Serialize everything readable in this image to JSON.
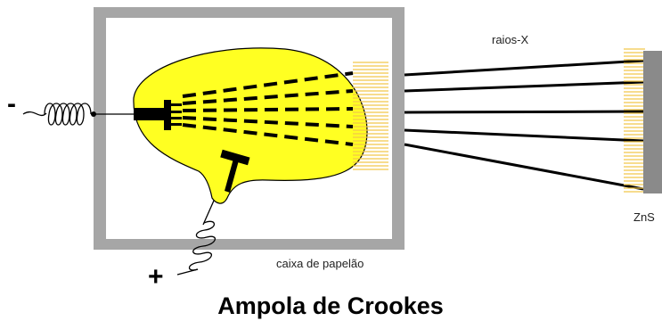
{
  "title": "Ampola de Crookes",
  "labels": {
    "rays": "raios-X",
    "box": "caixa de papelão",
    "screen": "ZnS",
    "cathode_sign": "-",
    "anode_sign": "+"
  },
  "colors": {
    "tube_fill": "#ffff22",
    "box_frame": "#a6a6a6",
    "screen_plate": "#8a8a8a",
    "glow_lines": "#f2c84a",
    "ink": "#000000"
  }
}
